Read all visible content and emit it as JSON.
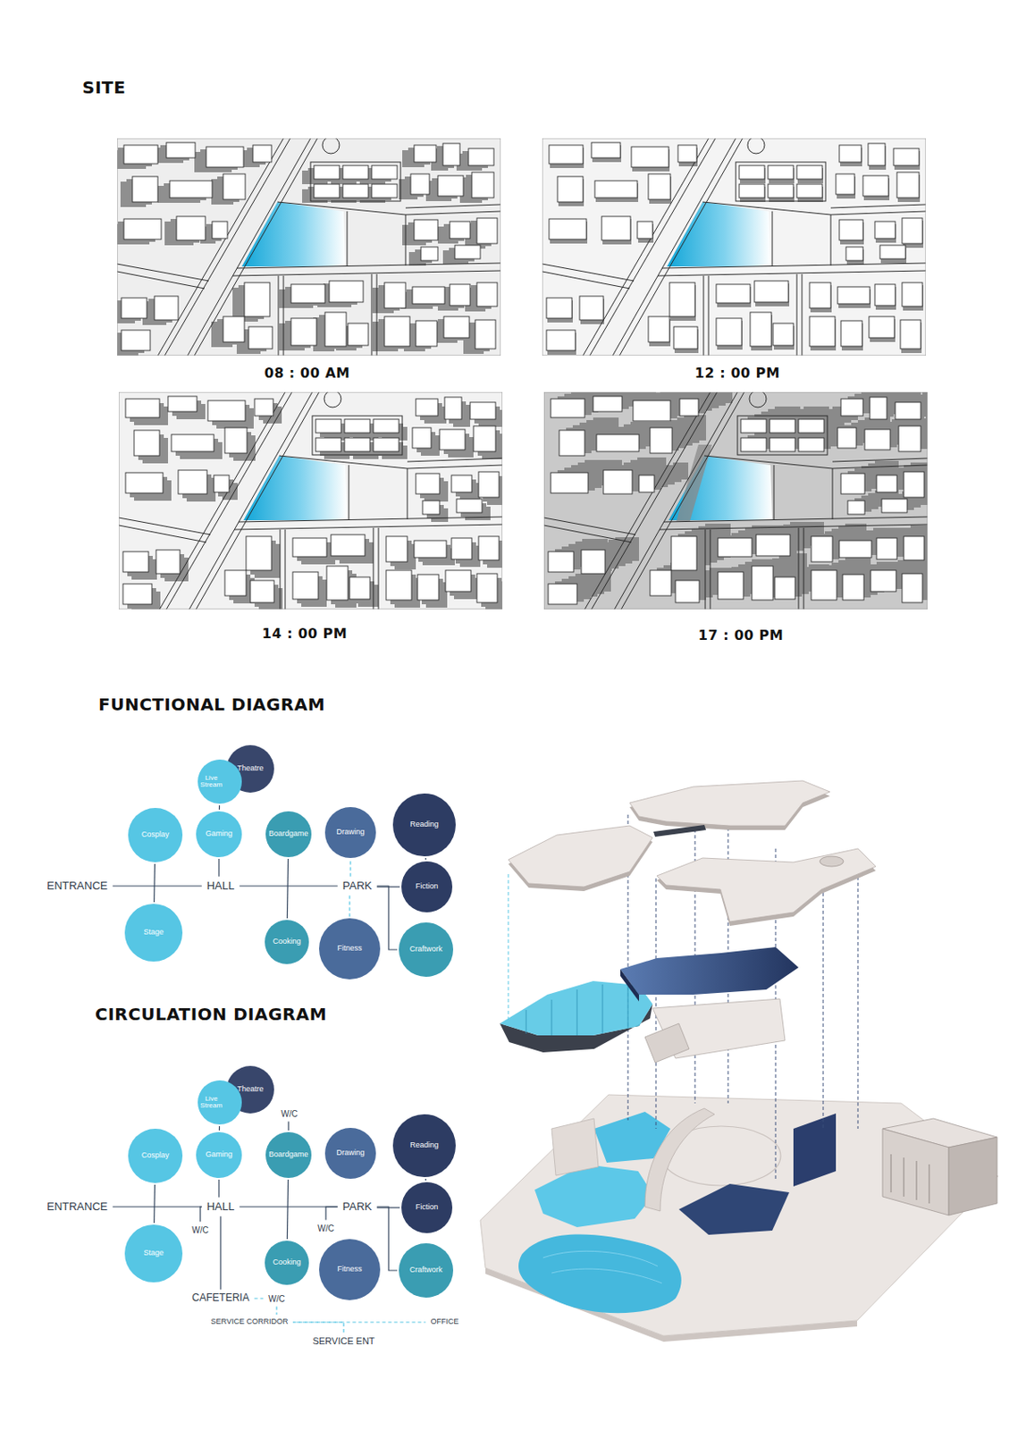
{
  "diagram": {
    "title": "SITE",
    "nodes": [
      {
        "text": [
          "Theatre"
        ]
      },
      {
        "text": [
          "Live Stream"
        ]
      },
      {
        "text": [
          "Cosplay"
        ]
      },
      {
        "text": [
          "Gaming"
        ]
      },
      {
        "text": [
          "Boardgame"
        ]
      },
      {
        "text": [
          "Drawing"
        ]
      },
      {
        "text": [
          "Reading"
        ]
      },
      {
        "text": [
          "ENTRANCE"
        ]
      },
      {
        "text": [
          "HALL"
        ]
      },
      {
        "text": [
          "PARK"
        ]
      },
      {
        "text": [
          "Fiction"
        ]
      },
      {
        "text": [
          "Stage"
        ]
      },
      {
        "text": [
          "Cooking"
        ]
      },
      {
        "text": [
          "Fitness"
        ]
      },
      {
        "text": [
          "Craftwork"
        ]
      },
      {
        "text": [
          "Theatre"
        ]
      },
      {
        "text": [
          "Live Stream"
        ]
      },
      {
        "text": [
          "W/C"
        ]
      },
      {
        "text": [
          "Cosplay"
        ]
      },
      {
        "text": [
          "Gaming"
        ]
      },
      {
        "text": [
          "Boardgame"
        ]
      },
      {
        "text": [
          "Drawing"
        ]
      },
      {
        "text": [
          "Reading"
        ]
      },
      {
        "text": [
          "ENTRANCE"
        ]
      },
      {
        "text": [
          "HALL"
        ]
      },
      {
        "text": [
          "PARK"
        ]
      },
      {
        "text": [
          "Fiction"
        ]
      },
      {
        "text": [
          "W/C"
        ]
      },
      {
        "text": [
          "W/C"
        ]
      },
      {
        "text": [
          "Stage"
        ]
      },
      {
        "text": [
          "Cooking"
        ]
      },
      {
        "text": [
          "Fitness"
        ]
      },
      {
        "text": [
          "Craftwork"
        ]
      },
      {
        "text": [
          "CAFETERIA"
        ]
      },
      {
        "text": [
          "W/C"
        ]
      },
      {
        "text": [
          "SERVICE CORRIDOR"
        ]
      },
      {
        "text": [
          "OFFICE"
        ]
      },
      {
        "text": [
          "SERVICE ENT"
        ]
      }
    ],
    "edges": [
      {
        "from": 7,
        "to": 8,
        "arrow": "none"
      },
      {
        "from": 8,
        "to": 9,
        "arrow": "none"
      },
      {
        "from": 2,
        "to": 11,
        "arrow": "none"
      },
      {
        "from": 8,
        "to": 3,
        "arrow": "none"
      },
      {
        "from": 3,
        "to": 1,
        "arrow": "none"
      },
      {
        "from": 4,
        "to": 12,
        "arrow": "none"
      },
      {
        "from": 9,
        "to": 5,
        "arrow": "none"
      },
      {
        "from": 9,
        "to": 10,
        "arrow": "none"
      },
      {
        "from": 6,
        "to": 10,
        "arrow": "none"
      },
      {
        "from": 9,
        "to": 13,
        "arrow": "none"
      },
      {
        "from": 9,
        "to": 14,
        "arrow": "none"
      },
      {
        "from": 23,
        "to": 24,
        "arrow": "none"
      },
      {
        "from": 24,
        "to": 25,
        "arrow": "none"
      },
      {
        "from": 18,
        "to": 29,
        "arrow": "none"
      },
      {
        "from": 24,
        "to": 19,
        "arrow": "none"
      },
      {
        "from": 19,
        "to": 16,
        "arrow": "none"
      },
      {
        "from": 17,
        "to": 20,
        "arrow": "none"
      },
      {
        "from": 20,
        "to": 30,
        "arrow": "none"
      },
      {
        "from": 25,
        "to": 26,
        "arrow": "none"
      },
      {
        "from": 22,
        "to": 26,
        "arrow": "none"
      },
      {
        "from": 25,
        "to": 32,
        "arrow": "none"
      },
      {
        "from": 24,
        "to": 27,
        "arrow": "none"
      },
      {
        "from": 25,
        "to": 28,
        "arrow": "none"
      },
      {
        "from": 24,
        "to": 33,
        "arrow": "none"
      },
      {
        "from": 33,
        "to": 34,
        "arrow": "none"
      },
      {
        "from": 34,
        "to": 35,
        "arrow": "none"
      },
      {
        "from": 37,
        "to": 35,
        "arrow": "none"
      },
      {
        "from": 35,
        "to": 36,
        "arrow": "none"
      }
    ],
    "labels": [
      "08 : 00 AM",
      "12 : 00 PM",
      "14 : 00 PM",
      "17 : 00 PM",
      "FUNCTIONAL DIAGRAM",
      "CIRCULATION DIAGRAM"
    ]
  }
}
